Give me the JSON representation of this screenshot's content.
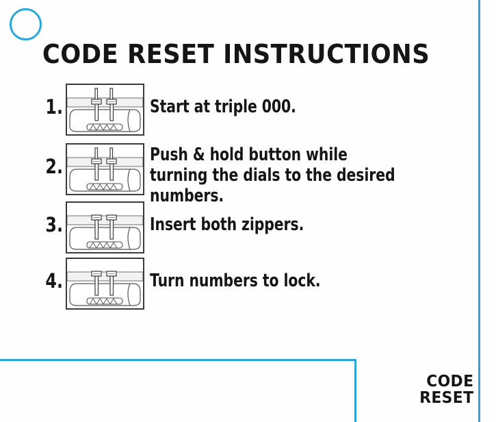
{
  "document": {
    "title": "CODE RESET INSTRUCTIONS",
    "background_color": "#fefefe",
    "accent_color": "#29a8dc",
    "ink_color": "#151515"
  },
  "punch_hole": {
    "shape": "circle-outline",
    "color": "#29a8dc"
  },
  "steps": [
    {
      "number": "1.",
      "text": "Start at triple 000.",
      "diagram": {
        "name": "luggage-lock-diagram-step-1",
        "zipper_state": "pulls-raised-above-lock"
      }
    },
    {
      "number": "2.",
      "text": "Push & hold button while turning the dials to the desired numbers.",
      "diagram": {
        "name": "luggage-lock-diagram-step-2",
        "zipper_state": "pulls-raised-above-lock"
      }
    },
    {
      "number": "3.",
      "text": "Insert both zippers.",
      "diagram": {
        "name": "luggage-lock-diagram-step-3",
        "zipper_state": "pulls-inserted-into-lock"
      }
    },
    {
      "number": "4.",
      "text": "Turn numbers to lock.",
      "diagram": {
        "name": "luggage-lock-diagram-step-4",
        "zipper_state": "pulls-inserted-into-lock"
      }
    }
  ],
  "brand": {
    "line1": "CODE",
    "line2": "RESET"
  }
}
